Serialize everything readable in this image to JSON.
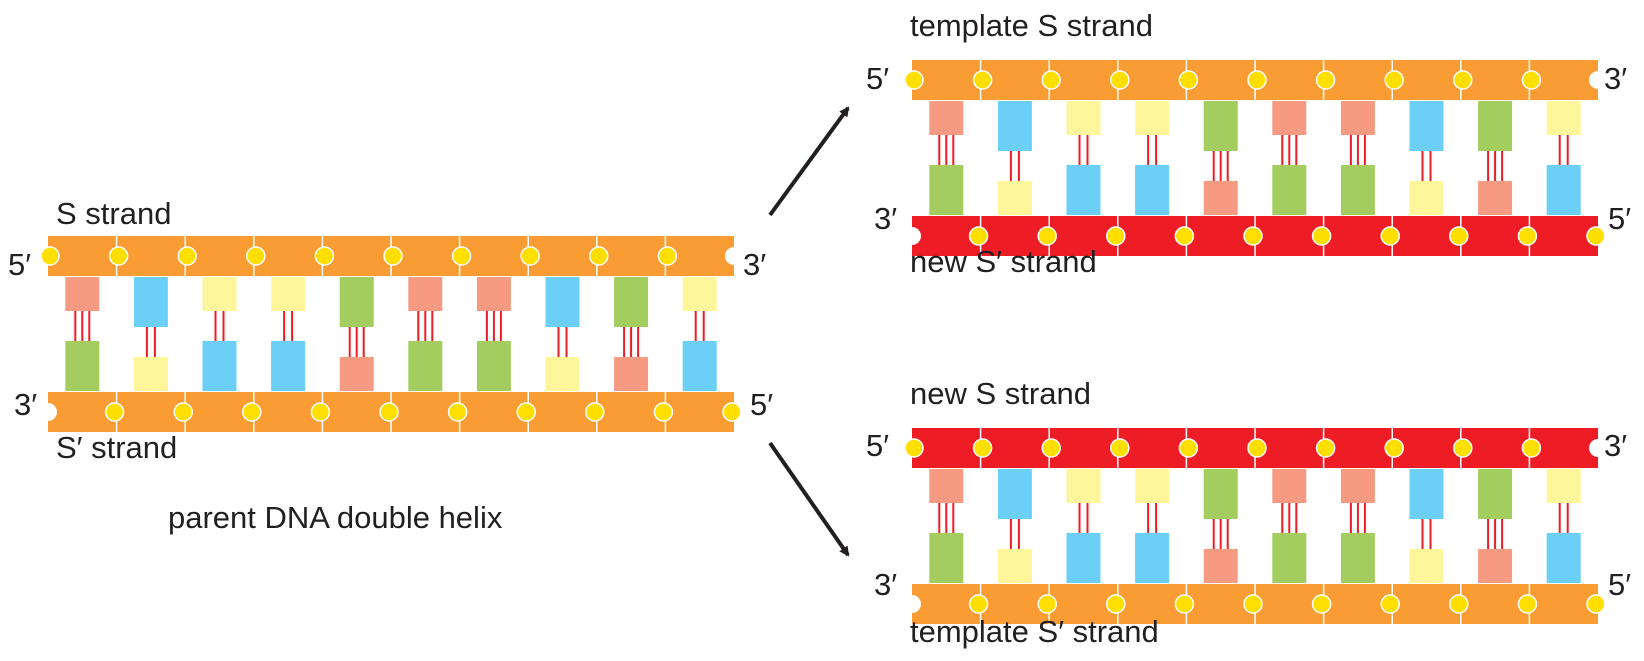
{
  "parent": {
    "caption": "parent DNA double helix",
    "top_strand_label": "S strand",
    "bottom_strand_label": "S′ strand",
    "top_left_end": "5′",
    "top_right_end": "3′",
    "bottom_left_end": "3′",
    "bottom_right_end": "5′",
    "top_strand_color": "#f89c33",
    "bottom_strand_color": "#f89c33"
  },
  "daughter_top": {
    "top_strand_label": "template S strand",
    "bottom_strand_label": "new S′ strand",
    "top_left_end": "5′",
    "top_right_end": "3′",
    "bottom_left_end": "3′",
    "bottom_right_end": "5′",
    "top_strand_color": "#f89c33",
    "bottom_strand_color": "#ee1c25"
  },
  "daughter_bottom": {
    "top_strand_label": "new S strand",
    "bottom_strand_label": "template S′ strand",
    "top_left_end": "5′",
    "top_right_end": "3′",
    "bottom_left_end": "3′",
    "bottom_right_end": "5′",
    "top_strand_color": "#ee1c25",
    "bottom_strand_color": "#f89c33"
  },
  "base_pairs": [
    {
      "top": "salmon",
      "bottom": "green",
      "bonds": 3
    },
    {
      "top": "blue",
      "bottom": "yellow",
      "bonds": 2
    },
    {
      "top": "yellow",
      "bottom": "blue",
      "bonds": 2
    },
    {
      "top": "yellow",
      "bottom": "blue",
      "bonds": 2
    },
    {
      "top": "green",
      "bottom": "salmon",
      "bonds": 3
    },
    {
      "top": "salmon",
      "bottom": "green",
      "bonds": 3
    },
    {
      "top": "salmon",
      "bottom": "green",
      "bonds": 3
    },
    {
      "top": "blue",
      "bottom": "yellow",
      "bonds": 2
    },
    {
      "top": "green",
      "bottom": "salmon",
      "bonds": 3
    },
    {
      "top": "yellow",
      "bottom": "blue",
      "bonds": 2
    }
  ],
  "base_colors": {
    "salmon": "#f69a82",
    "green": "#a3cd5e",
    "blue": "#6ccff6",
    "yellow": "#fff59b"
  },
  "colors": {
    "phosphate": "#ffdf00",
    "hydrogen_bond": "#ee1c25",
    "arrow": "#231f20"
  }
}
